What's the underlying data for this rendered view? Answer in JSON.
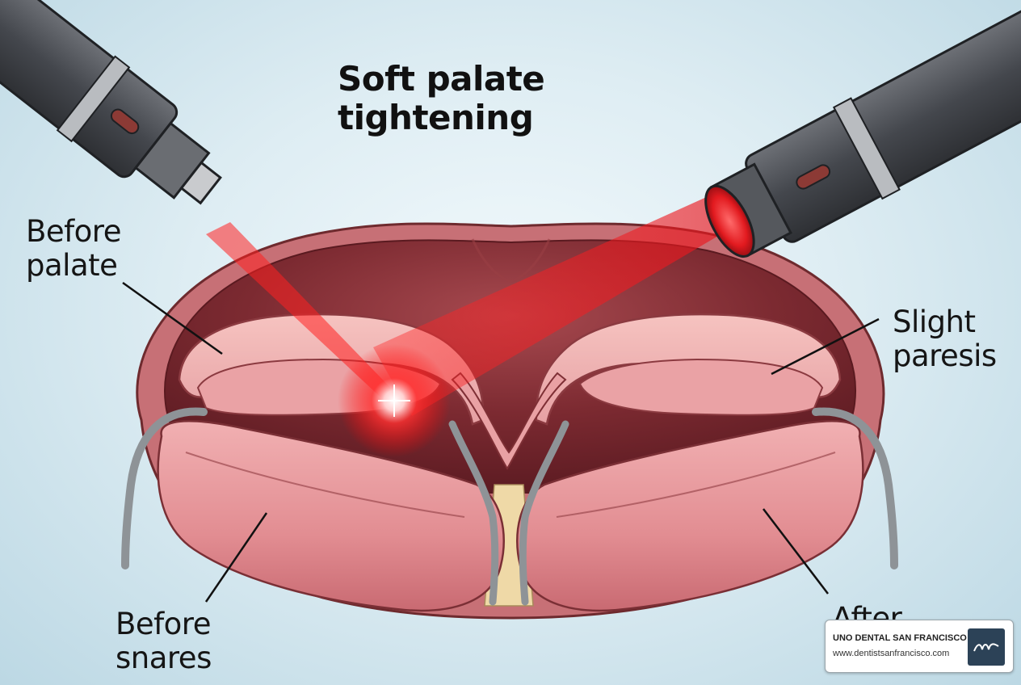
{
  "diagram": {
    "title_line1": "Soft palate",
    "title_line2": "tightening",
    "labels": {
      "before_palate_line1": "Before",
      "before_palate_line2": "palate",
      "slight_paresis_line1": "Slight",
      "slight_paresis_line2": "paresis",
      "before_snares_line1": "Before",
      "before_snares_line2": "snares",
      "after": "After"
    },
    "icons": [
      "laser-handpiece-icon",
      "laser-beam-icon",
      "soft-palate-illustration"
    ],
    "colors": {
      "laser": "#e8141c",
      "tissue": "#e9979a",
      "cavity": "#7d2a30",
      "instrument": "#4a4d53"
    }
  },
  "watermark": {
    "name": "UNO DENTAL SAN FRANCISCO",
    "url": "www.dentistsanfrancisco.com"
  }
}
